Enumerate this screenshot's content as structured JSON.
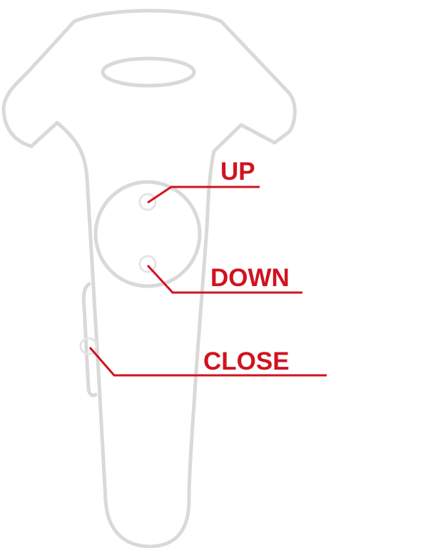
{
  "labels": {
    "up": "UP",
    "down": "DOWN",
    "close": "CLOSE"
  },
  "colors": {
    "outline": "#d9d9d9",
    "accent": "#d0131f"
  }
}
